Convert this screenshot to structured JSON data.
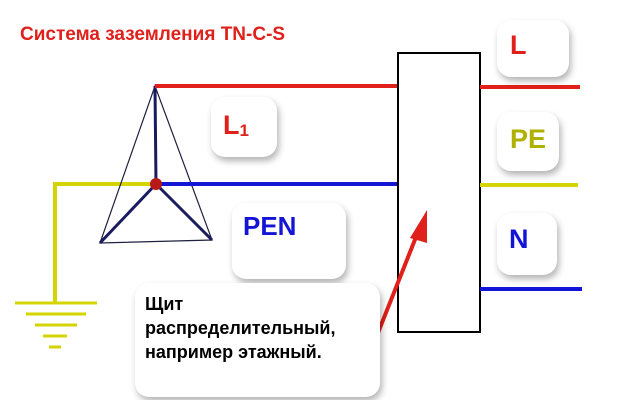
{
  "title": "Система заземления TN-C-S",
  "labels": {
    "l1_main": "L",
    "l1_sub": "1",
    "pen": "PEN",
    "l": "L",
    "pe": "PE",
    "n": "N"
  },
  "note": {
    "lines": [
      "Щит",
      "распределительный,",
      "например этажный."
    ]
  },
  "colors": {
    "phase": "#e0201a",
    "neutral": "#1414d6",
    "protective": "#d4d400",
    "ground": "#d4d400",
    "arrow": "#e0201a",
    "panel": "#000000"
  }
}
